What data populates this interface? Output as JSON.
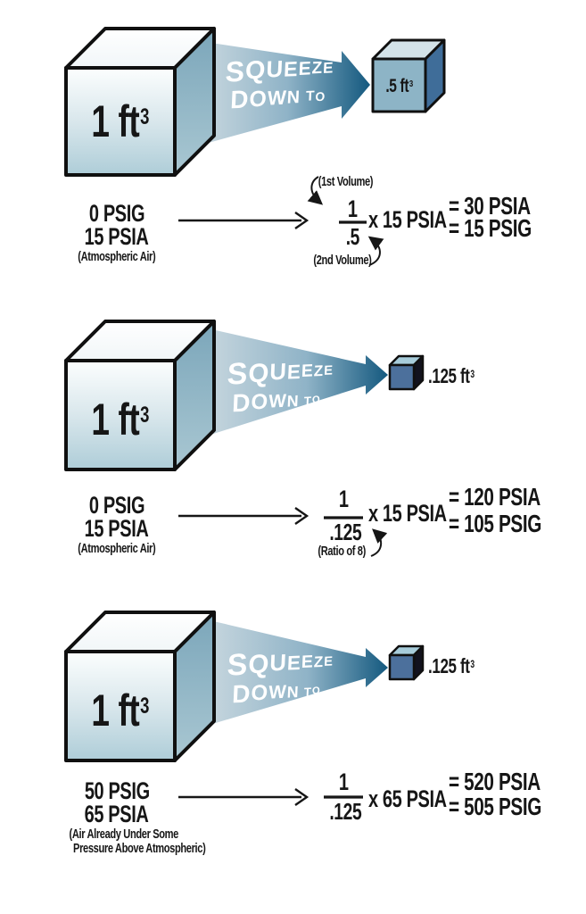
{
  "colors": {
    "beam_light": "#c6d6de",
    "beam_mid": "#8fb3c7",
    "beam_dark": "#14597f",
    "large_cube_front_top": "#fcfefe",
    "large_cube_front_bottom": "#aecdd8",
    "large_cube_side": "#7ba6ba",
    "small_cube_half_front": "#8db4c6",
    "small_cube_half_side": "#3f6d99",
    "small_cube_eighth_front": "#4c709c",
    "small_cube_eighth_side": "#12121e",
    "text": "#161616",
    "squeeze_text": "#ffffff"
  },
  "panels": [
    {
      "big_cube": {
        "label": "1 ft",
        "exp": "3"
      },
      "squeeze": {
        "line1": "SQUEEZE",
        "line2": "DOWN TO"
      },
      "small_cube": {
        "label": ".5 ft",
        "exp": "3"
      },
      "pressure": {
        "line1": "0 PSIG",
        "line2": "15 PSIA",
        "note1": "(Atmospheric Air)"
      },
      "equation": {
        "numerator": "1",
        "denominator": ".5",
        "multiplier": "x 15 PSIA",
        "result1": "= 30 PSIA",
        "result2": "= 15 PSIG"
      },
      "annotations": {
        "top": "(1st Volume)",
        "bottom": "(2nd Volume)"
      }
    },
    {
      "big_cube": {
        "label": "1 ft",
        "exp": "3"
      },
      "squeeze": {
        "line1": "SQUEEZE",
        "line2": "DOWN TO"
      },
      "small_cube": {
        "label": ".125 ft",
        "exp": "3"
      },
      "pressure": {
        "line1": "0 PSIG",
        "line2": "15 PSIA",
        "note1": "(Atmospheric Air)"
      },
      "equation": {
        "numerator": "1",
        "denominator": ".125",
        "multiplier": "x 15 PSIA",
        "result1": "= 120 PSIA",
        "result2": "= 105 PSIG"
      },
      "annotations": {
        "bottom": "(Ratio of 8)"
      }
    },
    {
      "big_cube": {
        "label": "1 ft",
        "exp": "3"
      },
      "squeeze": {
        "line1": "SQUEEZE",
        "line2": "DOWN TO"
      },
      "small_cube": {
        "label": ".125 ft",
        "exp": "3"
      },
      "pressure": {
        "line1": "50 PSIG",
        "line2": "65 PSIA",
        "note1": "(Air Already Under Some",
        "note2": "Pressure Above Atmospheric)"
      },
      "equation": {
        "numerator": "1",
        "denominator": ".125",
        "multiplier": "x 65 PSIA",
        "result1": "= 520 PSIA",
        "result2": "= 505 PSIG"
      },
      "annotations": {}
    }
  ]
}
